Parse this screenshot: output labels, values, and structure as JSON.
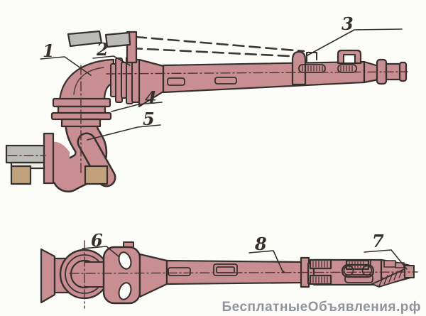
{
  "figure": {
    "type": "technical-diagram",
    "subject": "Fire monitor (water cannon) engineering drawing: side elevation (top) and plan view (bottom)",
    "views": [
      {
        "name": "side-view",
        "callouts": [
          "1",
          "2",
          "3",
          "4",
          "5"
        ]
      },
      {
        "name": "plan-view",
        "callouts": [
          "6",
          "7",
          "8"
        ]
      }
    ],
    "callouts": {
      "c1": "1",
      "c2": "2",
      "c3": "3",
      "c4": "4",
      "c5": "5",
      "c6": "6",
      "c7": "7",
      "c8": "8"
    },
    "watermark": "БесплатныеОбъявления.рф",
    "colors": {
      "body_pink": "#c98e91",
      "metal_gray": "#bbbbb9",
      "base_tan": "#c2a17d",
      "outline": "#35302c",
      "centerline": "#4c3636",
      "watermark_gray": "#8f959a",
      "background": "#fcfcf9"
    }
  }
}
